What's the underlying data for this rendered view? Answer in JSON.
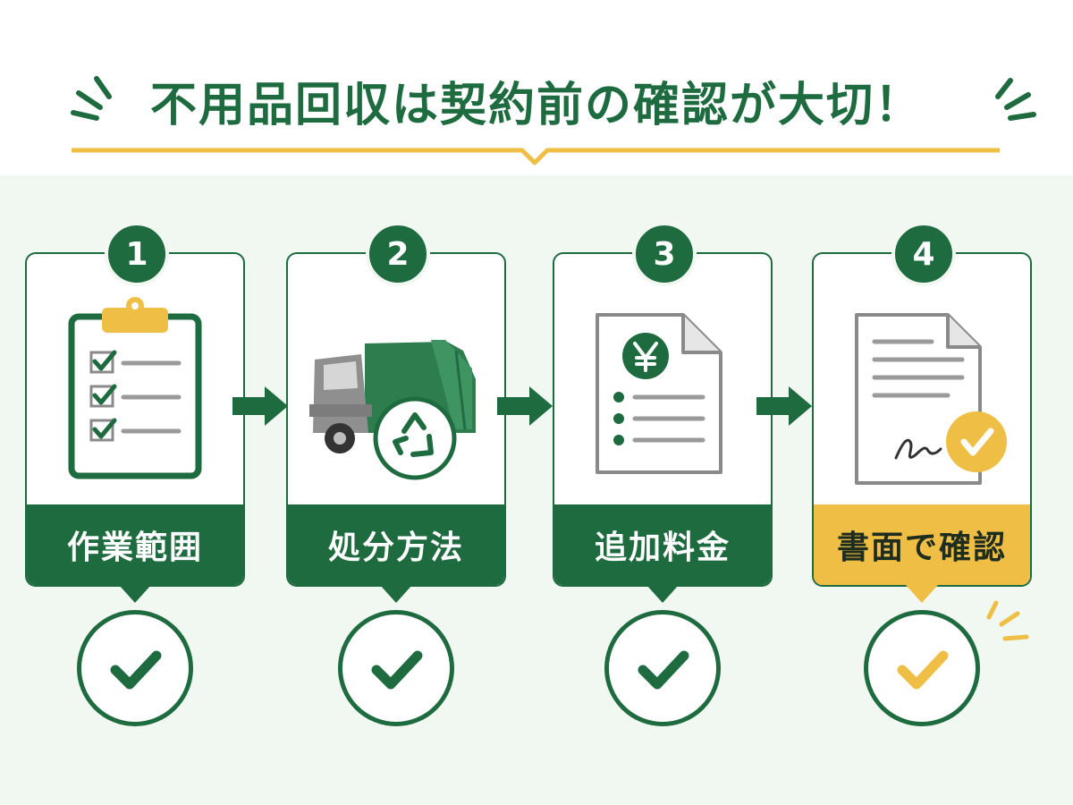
{
  "title": "不用品回収は契約前の確認が大切！",
  "colors": {
    "primary_green": "#1e6b40",
    "accent_yellow": "#efbf45",
    "background_tint": "#f1f8f1"
  },
  "steps": [
    {
      "number": "1",
      "label": "作業範囲",
      "icon": "clipboard-checklist-icon",
      "status": "checked"
    },
    {
      "number": "2",
      "label": "処分方法",
      "icon": "garbage-truck-recycle-icon",
      "status": "checked"
    },
    {
      "number": "3",
      "label": "追加料金",
      "icon": "yen-invoice-document-icon",
      "status": "checked"
    },
    {
      "number": "4",
      "label": "書面で確認",
      "icon": "signed-contract-icon",
      "status": "checked",
      "highlighted": true
    }
  ]
}
